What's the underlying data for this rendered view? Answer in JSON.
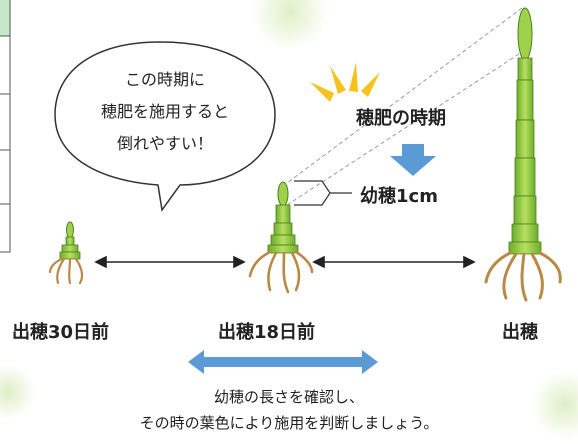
{
  "bubble_lines": [
    "この時期に",
    "穂肥を施用すると",
    "倒れやすい！"
  ],
  "timing_label": "穂肥の時期",
  "young_ear_label": "幼穂1cm",
  "stages": {
    "left": "出穂30日前",
    "middle": "出穂18日前",
    "right": "出穂"
  },
  "advice_lines": [
    "幼穂の長さを確認し、",
    "その時の葉色により施用を判断しましょう。"
  ],
  "colors": {
    "stem_green": "#9fd14a",
    "root_brown": "#c79a52",
    "accent_yellow": "#f6c21b",
    "arrow_blue": "#5b9bd5"
  }
}
